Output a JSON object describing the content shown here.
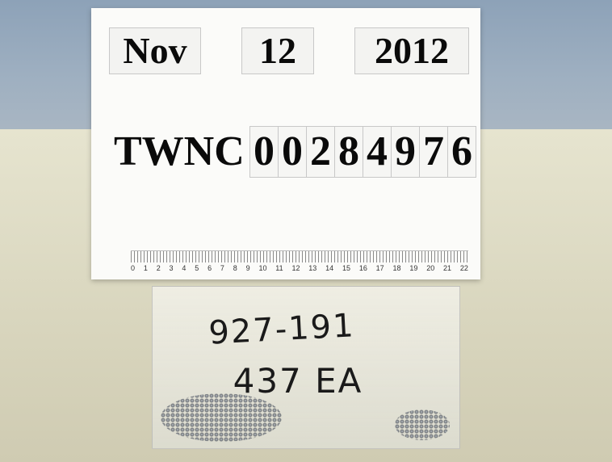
{
  "card": {
    "date": {
      "month": "Nov",
      "day": "12",
      "year": "2012"
    },
    "tag_prefix": "TWNC",
    "tag_digits": [
      "0",
      "0",
      "2",
      "8",
      "4",
      "9",
      "7",
      "6"
    ],
    "ruler_numbers": [
      "0",
      "1",
      "2",
      "3",
      "4",
      "5",
      "6",
      "7",
      "8",
      "9",
      "10",
      "11",
      "12",
      "13",
      "14",
      "15",
      "16",
      "17",
      "18",
      "19",
      "20",
      "21",
      "22"
    ]
  },
  "bag": {
    "line1": "927-191",
    "line2": "437 EA"
  }
}
